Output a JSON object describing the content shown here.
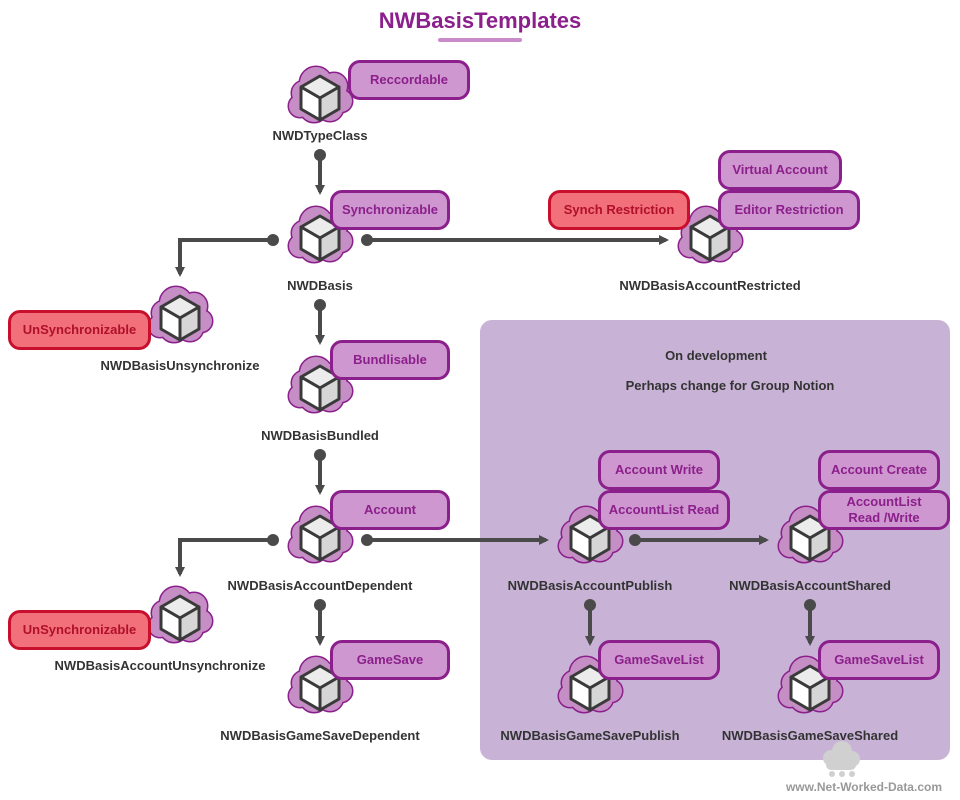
{
  "title": "NWBasisTemplates",
  "panel": {
    "line1": "On development",
    "line2": "Perhaps change for Group Notion"
  },
  "footer": "www.Net-Worked-Data.com",
  "colors": {
    "purple_fill": "#cf97cf",
    "purple_border": "#8b1f8b",
    "red_fill": "#f2707a",
    "red_border": "#c8102e",
    "panel": "#c8b3d6",
    "arrow": "#4a4a4a"
  },
  "nodes": {
    "type_class": "NWDTypeClass",
    "basis": "NWDBasis",
    "account_restricted": "NWDBasisAccountRestricted",
    "unsync": "NWDBasisUnsynchronize",
    "bundled": "NWDBasisBundled",
    "account_dependent": "NWDBasisAccountDependent",
    "account_unsync": "NWDBasisAccountUnsynchronize",
    "gamesave_dependent": "NWDBasisGameSaveDependent",
    "account_publish": "NWDBasisAccountPublish",
    "account_shared": "NWDBasisAccountShared",
    "gamesave_publish": "NWDBasisGameSavePublish",
    "gamesave_shared": "NWDBasisGameSaveShared"
  },
  "tags": {
    "reccordable": "Reccordable",
    "synchronizable": "Synchronizable",
    "synch_restriction": "Synch Restriction",
    "virtual_account": "Virtual Account",
    "editor_restriction": "Editor Restriction",
    "unsync_1": "UnSynchronizable",
    "bundlisable": "Bundlisable",
    "account": "Account",
    "unsync_2": "UnSynchronizable",
    "gamesave": "GameSave",
    "account_write": "Account Write",
    "accountlist_read": "AccountList Read",
    "account_create": "Account Create",
    "accountlist_read_write": "AccountList\nRead /Write",
    "gamesavelist_1": "GameSaveList",
    "gamesavelist_2": "GameSaveList"
  }
}
